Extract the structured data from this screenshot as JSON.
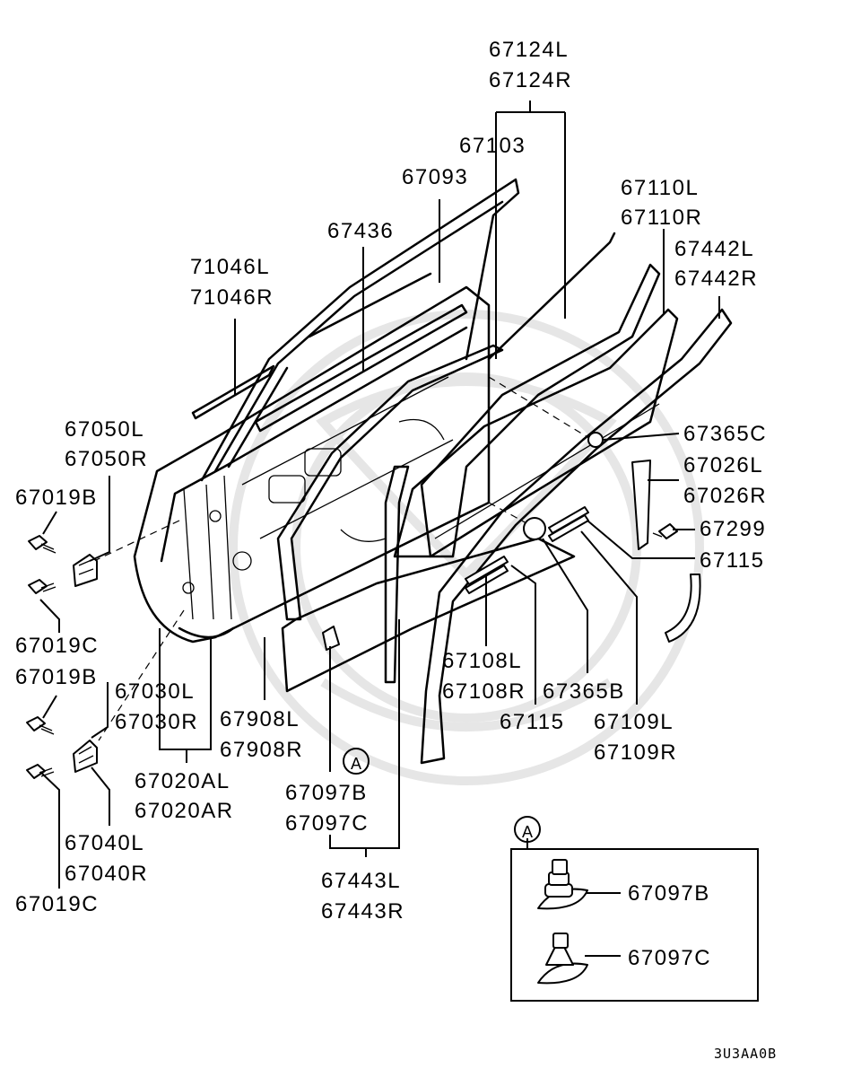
{
  "diagram_code": "3U3AA0B",
  "callout_marker": "A",
  "labels": {
    "l67124L": "67124L",
    "l67124R": "67124R",
    "l67103": "67103",
    "l67093": "67093",
    "l67110L": "67110L",
    "l67110R": "67110R",
    "l67436": "67436",
    "l67442L": "67442L",
    "l67442R": "67442R",
    "l71046L": "71046L",
    "l71046R": "71046R",
    "l67050L": "67050L",
    "l67050R": "67050R",
    "l67019B_1": "67019B",
    "l67365C": "67365C",
    "l67026L": "67026L",
    "l67026R": "67026R",
    "l67299": "67299",
    "l67115_1": "67115",
    "l67019C_1": "67019C",
    "l67019B_2": "67019B",
    "l67030L": "67030L",
    "l67030R": "67030R",
    "l67908L": "67908L",
    "l67908R": "67908R",
    "l67108L": "67108L",
    "l67108R": "67108R",
    "l67365B": "67365B",
    "l67115_2": "67115",
    "l67109L": "67109L",
    "l67109R": "67109R",
    "l67020AL": "67020AL",
    "l67020AR": "67020AR",
    "l67097B_1": "67097B",
    "l67097C_1": "67097C",
    "l67040L": "67040L",
    "l67040R": "67040R",
    "l67019C_2": "67019C",
    "l67443L": "67443L",
    "l67443R": "67443R",
    "l67097B_2": "67097B",
    "l67097C_2": "67097C"
  }
}
